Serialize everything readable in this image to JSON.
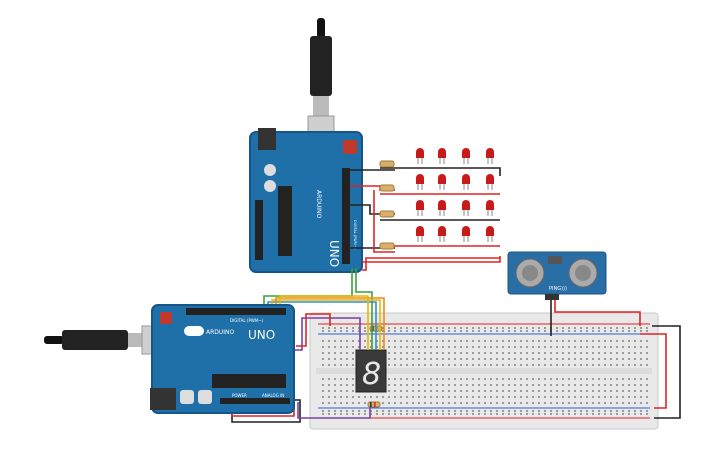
{
  "boards": {
    "top": {
      "model": "UNO",
      "brand": "ARDUINO",
      "header_label": "DIGITAL (PWM~)"
    },
    "bottom": {
      "model": "UNO",
      "brand": "ARDUINO",
      "header_label": "DIGITAL (PWM~)",
      "power_label": "POWER",
      "analog_label": "ANALOG IN"
    }
  },
  "sensor": {
    "label": "PING)))"
  },
  "display": {
    "digit": "8"
  },
  "colors": {
    "board": "#1f6fa8",
    "board_dark": "#15568a",
    "led": "#c91a1a",
    "breadboard": "#e9e9e9",
    "wire_red": "#e02424",
    "wire_black": "#222222",
    "wire_green": "#3aa33a",
    "wire_blue": "#2b8fd6",
    "wire_yellow": "#e6b800",
    "wire_orange": "#f08a1c",
    "wire_purple": "#7b3fa6",
    "sensor_board": "#2a6ea6"
  },
  "leds": {
    "rows": 4,
    "per_row": 4
  }
}
